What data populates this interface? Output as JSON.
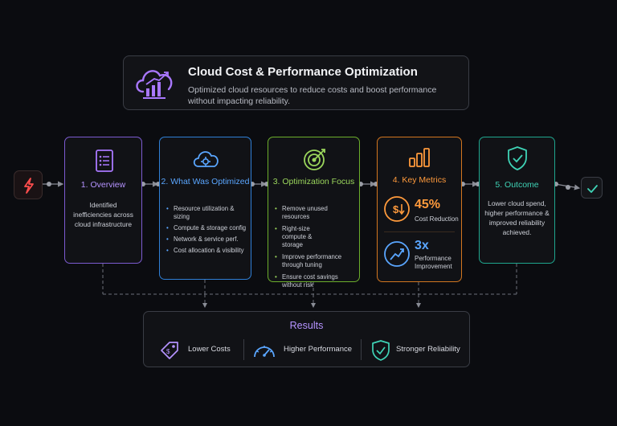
{
  "header": {
    "title": "Cloud Cost & Performance Optimization",
    "subtitle": "Optimized cloud resources to reduce costs and boost performance without impacting reliability.",
    "icon": "cloud-chart-icon"
  },
  "start_icon": "lightning-icon",
  "end_icon": "check-icon",
  "steps": [
    {
      "title": "1. Overview",
      "icon": "document-list-icon",
      "color": "#7c5bd1",
      "description": "Identified inefficiencies across cloud infrastructure"
    },
    {
      "title": "2. What Was Optimized",
      "icon": "cloud-gear-icon",
      "color": "#2f7fd6",
      "bullets": [
        "Resource utilization & sizing",
        "Compute & storage config",
        "Network & service perf.",
        "Cost allocation & visibility"
      ]
    },
    {
      "title": "3. Optimization Focus",
      "icon": "target-icon",
      "color": "#6cae2c",
      "bullets": [
        "Remove unused resources",
        "Right-size compute & storage",
        "Improve performance through tuning",
        "Ensure cost savings without risk"
      ]
    },
    {
      "title": "4. Key Metrics",
      "icon": "bar-chart-icon",
      "color": "#d2761f",
      "metrics": [
        {
          "value": "45%",
          "label": "Cost Reduction",
          "icon": "dollar-down-icon"
        },
        {
          "value": "3x",
          "label": "Performance Improvement",
          "icon": "trend-up-icon"
        }
      ]
    },
    {
      "title": "5. Outcome",
      "icon": "shield-check-icon",
      "color": "#1fa68e",
      "description": "Lower cloud spend, higher performance & improved reliability achieved."
    }
  ],
  "results": {
    "title": "Results",
    "items": [
      {
        "label": "Lower Costs",
        "icon": "price-tag-icon"
      },
      {
        "label": "Higher Performance",
        "icon": "speedometer-icon"
      },
      {
        "label": "Stronger Reliability",
        "icon": "shield-check-icon"
      }
    ]
  }
}
